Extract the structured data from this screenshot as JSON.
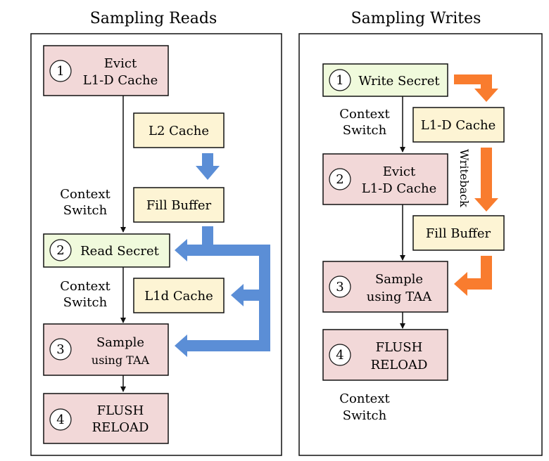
{
  "colors": {
    "pink": "#f2d8d8",
    "green": "#f0fadc",
    "yellow": "#fdf4d4",
    "blue_arrow": "#5b8ed6",
    "orange_arrow": "#f97c2e",
    "stroke": "#111111"
  },
  "left": {
    "title": "Sampling Reads",
    "step1": {
      "num": "1",
      "line1": "Evict",
      "line2": "L1-D Cache"
    },
    "l2_cache": "L2 Cache",
    "fill_buffer": "Fill Buffer",
    "context_switch_1": {
      "line1": "Context",
      "line2": "Switch"
    },
    "step2": {
      "num": "2",
      "label": "Read Secret"
    },
    "context_switch_2": {
      "line1": "Context",
      "line2": "Switch"
    },
    "l1d_cache": "L1d Cache",
    "step3": {
      "num": "3",
      "line1": "Sample",
      "line2": "using TAA"
    },
    "step4": {
      "num": "4",
      "line1": "FLUSH",
      "line2": "RELOAD"
    }
  },
  "right": {
    "title": "Sampling Writes",
    "step1": {
      "num": "1",
      "label": "Write Secret"
    },
    "context_switch_1": {
      "line1": "Context",
      "line2": "Switch"
    },
    "l1d_cache": "L1-D Cache",
    "writeback": "Writeback",
    "step2": {
      "num": "2",
      "line1": "Evict",
      "line2": "L1-D Cache"
    },
    "fill_buffer": "Fill Buffer",
    "step3": {
      "num": "3",
      "line1": "Sample",
      "line2": "using TAA"
    },
    "step4": {
      "num": "4",
      "line1": "FLUSH",
      "line2": "RELOAD"
    },
    "context_switch_2": {
      "line1": "Context",
      "line2": "Switch"
    }
  }
}
